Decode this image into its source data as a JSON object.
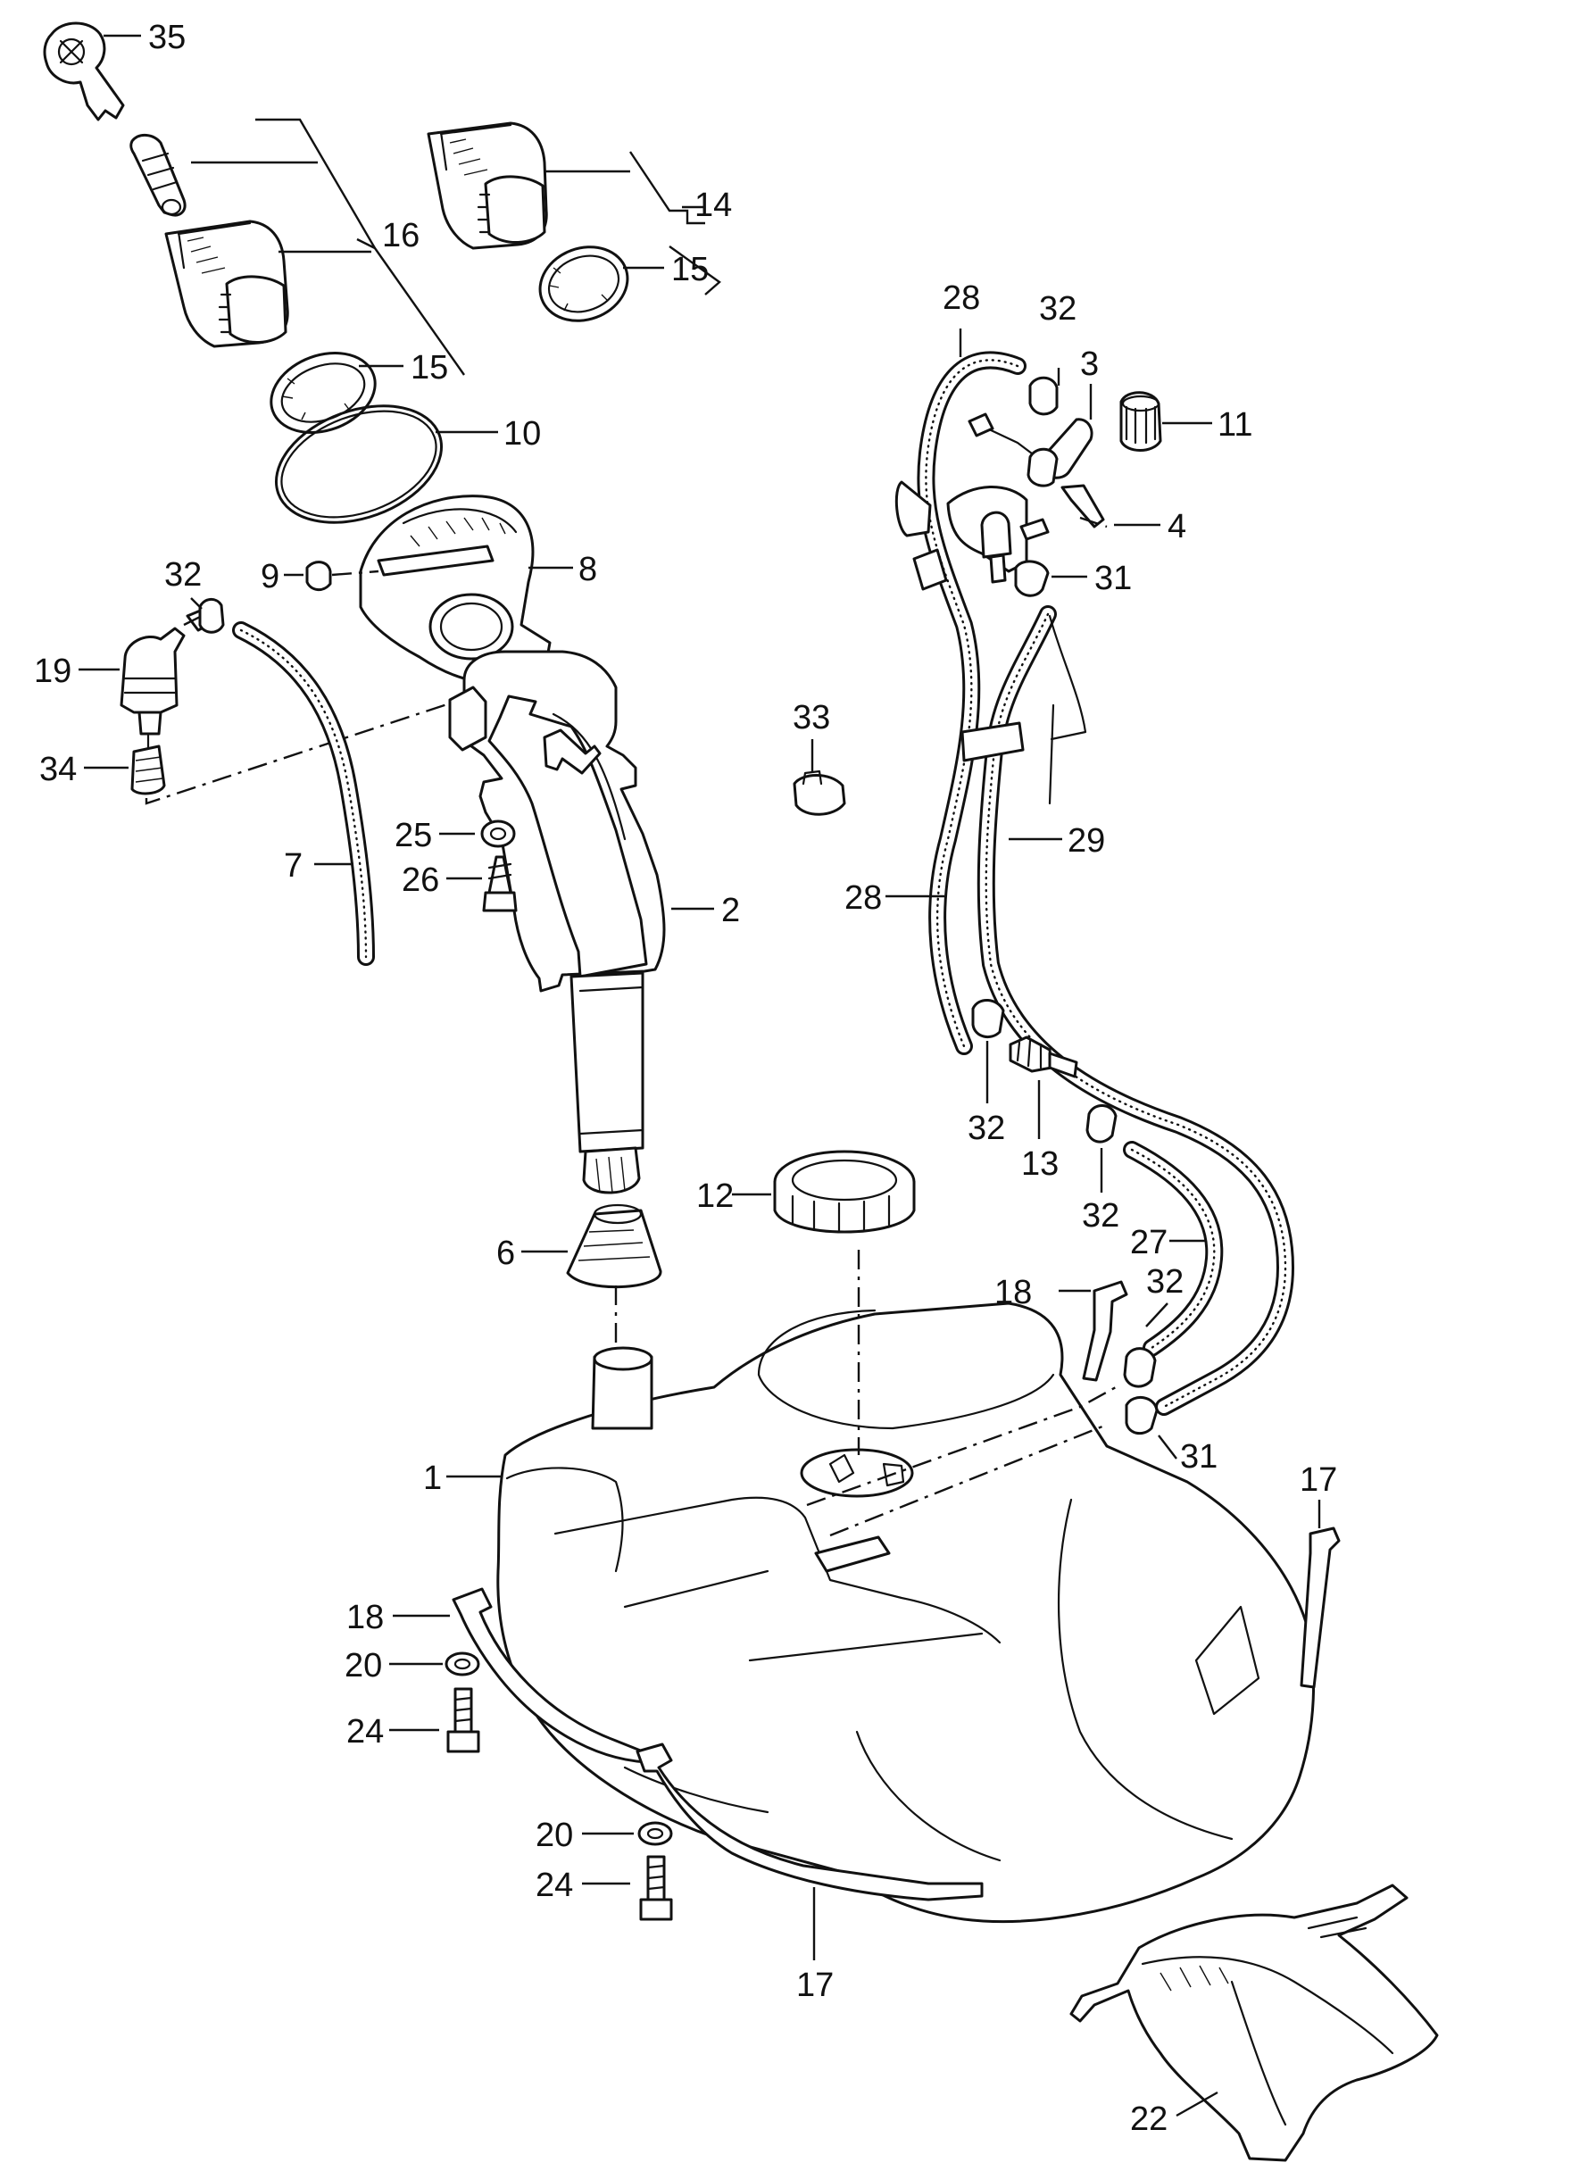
{
  "diagram": {
    "callouts": [
      "35",
      "16",
      "14",
      "15",
      "15",
      "10",
      "32",
      "9",
      "8",
      "19",
      "34",
      "25",
      "26",
      "7",
      "2",
      "28",
      "32",
      "3",
      "11",
      "4",
      "31",
      "33",
      "29",
      "28",
      "32",
      "13",
      "32",
      "27",
      "12",
      "6",
      "18",
      "32",
      "31",
      "1",
      "17",
      "18",
      "20",
      "24",
      "20",
      "24",
      "17",
      "22"
    ]
  }
}
